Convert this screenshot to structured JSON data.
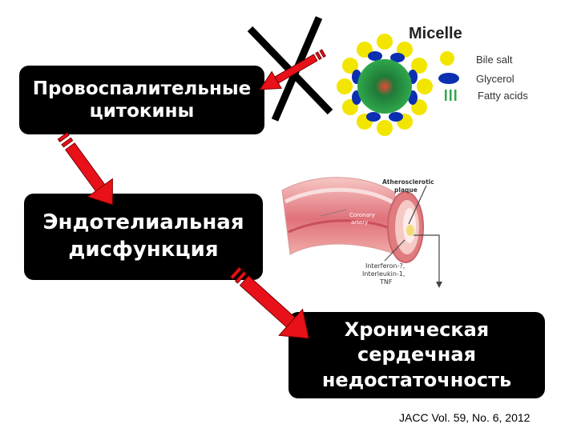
{
  "boxes": {
    "cytokines": {
      "line1": "Провоспалительные",
      "line2": "цитокины"
    },
    "endothelial": {
      "line1": "Эндотелиальная",
      "line2": "дисфункция"
    },
    "heart_failure": {
      "line1": "Хроническая",
      "line2": "сердечная",
      "line3": "недостаточность"
    }
  },
  "micelle": {
    "title": "Micelle",
    "legend": [
      {
        "label": "Bile salt",
        "color": "#f2e600",
        "icon": "yellow-circle"
      },
      {
        "label": "Glycerol",
        "color": "#0b2fb0",
        "icon": "blue-ellipse"
      },
      {
        "label": "Fatty acids",
        "color": "#2ea84a",
        "icon": "green-bars"
      }
    ]
  },
  "artery": {
    "label_plaque_line1": "Atherosclerotic",
    "label_plaque_line2": "plaque",
    "label_artery_line1": "Coronary",
    "label_artery_line2": "artery",
    "label_cyt_line1": "Interferon-?,",
    "label_cyt_line2": "Interleukin-1,",
    "label_cyt_line3": "TNF"
  },
  "citation": "JACC Vol. 59, No. 6, 2012",
  "colors": {
    "arrow_red": "#e8111a",
    "box_bg": "#000000",
    "box_text": "#ffffff"
  }
}
